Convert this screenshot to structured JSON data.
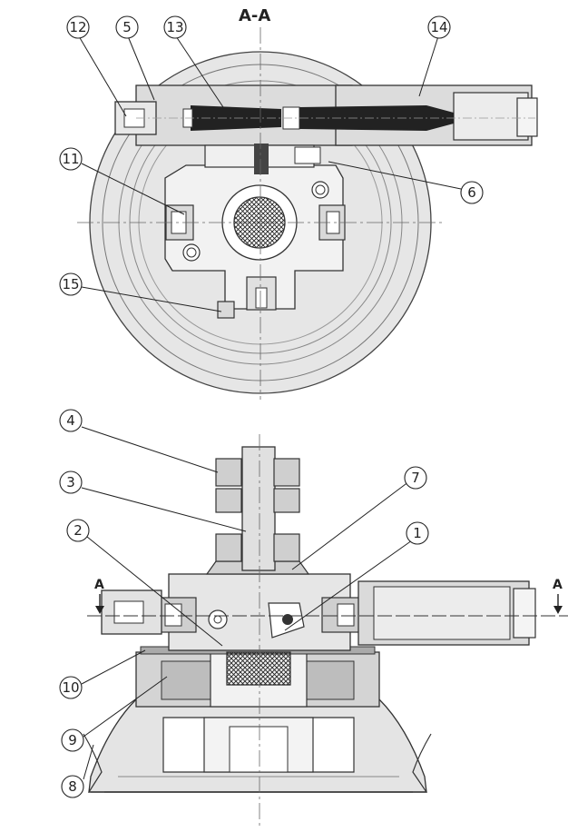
{
  "section_title": "A-A",
  "section_markers": {
    "left": "A",
    "right": "A"
  },
  "callouts": {
    "c1": "1",
    "c2": "2",
    "c3": "3",
    "c4": "4",
    "c5": "5",
    "c6": "6",
    "c7": "7",
    "c8": "8",
    "c9": "9",
    "c10": "10",
    "c11": "11",
    "c12": "12",
    "c13": "13",
    "c14": "14",
    "c15": "15"
  }
}
